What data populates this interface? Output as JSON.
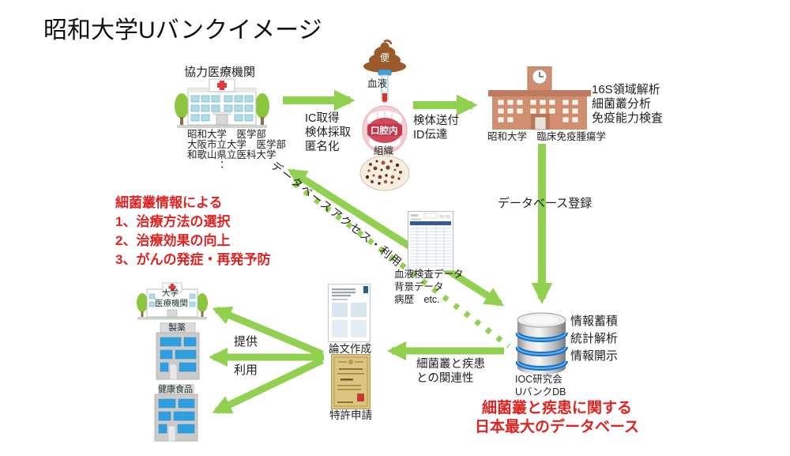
{
  "title": "昭和大学Uバンクイメージ",
  "cooperating": {
    "heading": "協力医療機関",
    "universities": [
      "昭和大学　医学部",
      "大阪市立大学　医学部",
      "和歌山県立医科大学",
      "："
    ]
  },
  "samples": {
    "stool": "便",
    "blood": "血液",
    "oral": "口腔内",
    "tissue": "組織"
  },
  "flow": {
    "consent": [
      "IC取得",
      "検体採取",
      "匿名化"
    ],
    "send": [
      "検体送付",
      "ID伝達"
    ],
    "register": "データベース登録",
    "access": "データベースアクセス・利用",
    "relation": [
      "細菌叢と疾患",
      "との関連性"
    ],
    "provide": "提供",
    "use": "利用"
  },
  "university": {
    "label": "昭和大学　臨床免疫腫瘍学",
    "analyses": [
      "16S領域解析",
      "細菌叢分析",
      "免疫能力検査"
    ]
  },
  "database": {
    "functions": [
      "情報蓄積",
      "統計解析",
      "情報開示"
    ],
    "org": "IOC研究会",
    "name": "UバンクDB"
  },
  "benefits": [
    "細菌叢情報による",
    "1、治療方法の選択",
    "2、治療効果の向上",
    "3、がんの発症・再発予防"
  ],
  "data_doc": [
    "血液検査データ",
    "背景データ",
    "病歴　etc."
  ],
  "outputs": {
    "paper": "論文作成",
    "patent": "特許申請"
  },
  "recipients": {
    "hospital": [
      "大学",
      "医療機関"
    ],
    "pharma": "製薬",
    "health_food": "健康食品"
  },
  "tagline": [
    "細菌叢と疾患に関する",
    "日本最大のデータベース"
  ],
  "colors": {
    "arrow_green": "#92d050",
    "accent_red": "#e02321"
  }
}
